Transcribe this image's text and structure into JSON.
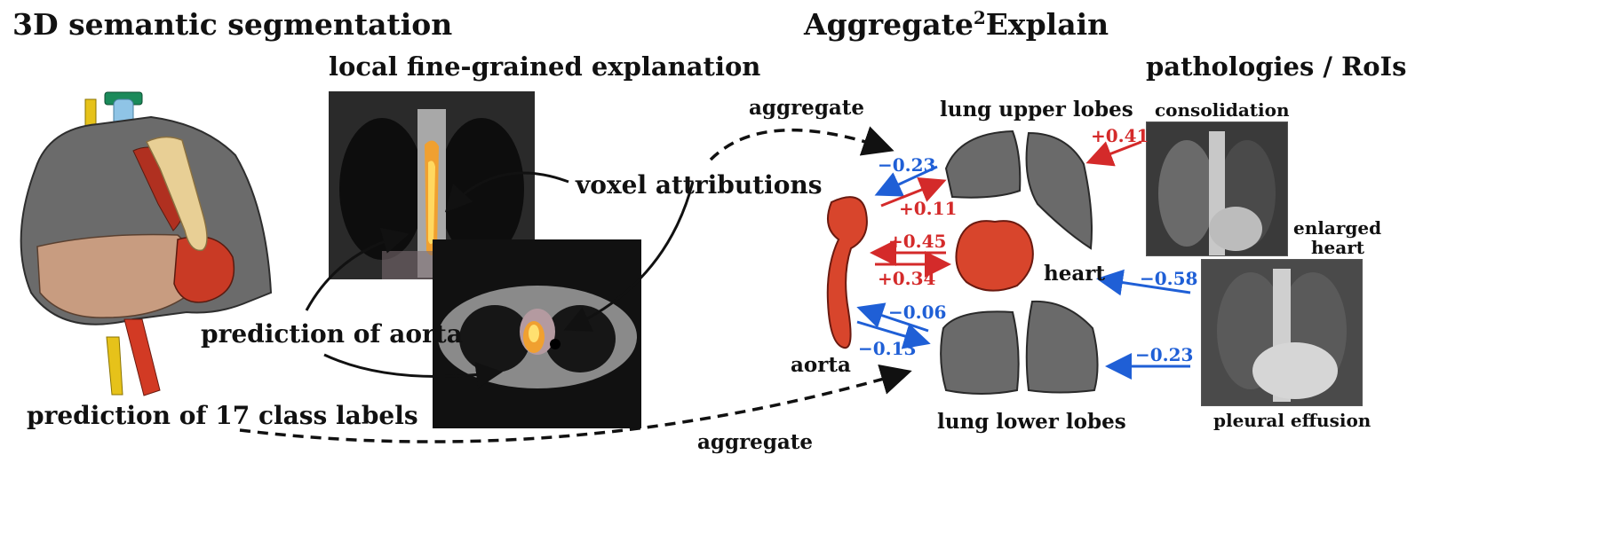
{
  "titles": {
    "left": "3D semantic segmentation",
    "center": "local fine-grained explanation",
    "right_main": "Aggregate",
    "right_sup": "2",
    "right_tail": "Explain",
    "pathologies": "pathologies / RoIs"
  },
  "labels": {
    "voxel_attributions": "voxel attributions",
    "prediction_aorta": "prediction of aorta",
    "prediction_17": "prediction of 17 class labels",
    "aggregate_top": "aggregate",
    "aggregate_bottom": "aggregate",
    "lung_upper": "lung upper lobes",
    "lung_lower": "lung lower lobes",
    "heart": "heart",
    "aorta": "aorta",
    "consolidation": "consolidation",
    "enlarged_heart_1": "enlarged",
    "enlarged_heart_2": "heart",
    "pleural_effusion": "pleural effusion"
  },
  "arrow_values": {
    "upper_out": "−0.23",
    "upper_in": "+0.11",
    "heart_out": "+0.45",
    "heart_in": "+0.34",
    "lower_out": "−0.06",
    "lower_in": "−0.13",
    "consolidation_val": "+0.41",
    "enlarged_val": "−0.58",
    "effusion_val": "−0.23"
  },
  "colors": {
    "positive": "#d42a2a",
    "negative": "#1f5fd6",
    "organ_gray": "#6f6f6f",
    "aorta_red": "#d8452c"
  }
}
